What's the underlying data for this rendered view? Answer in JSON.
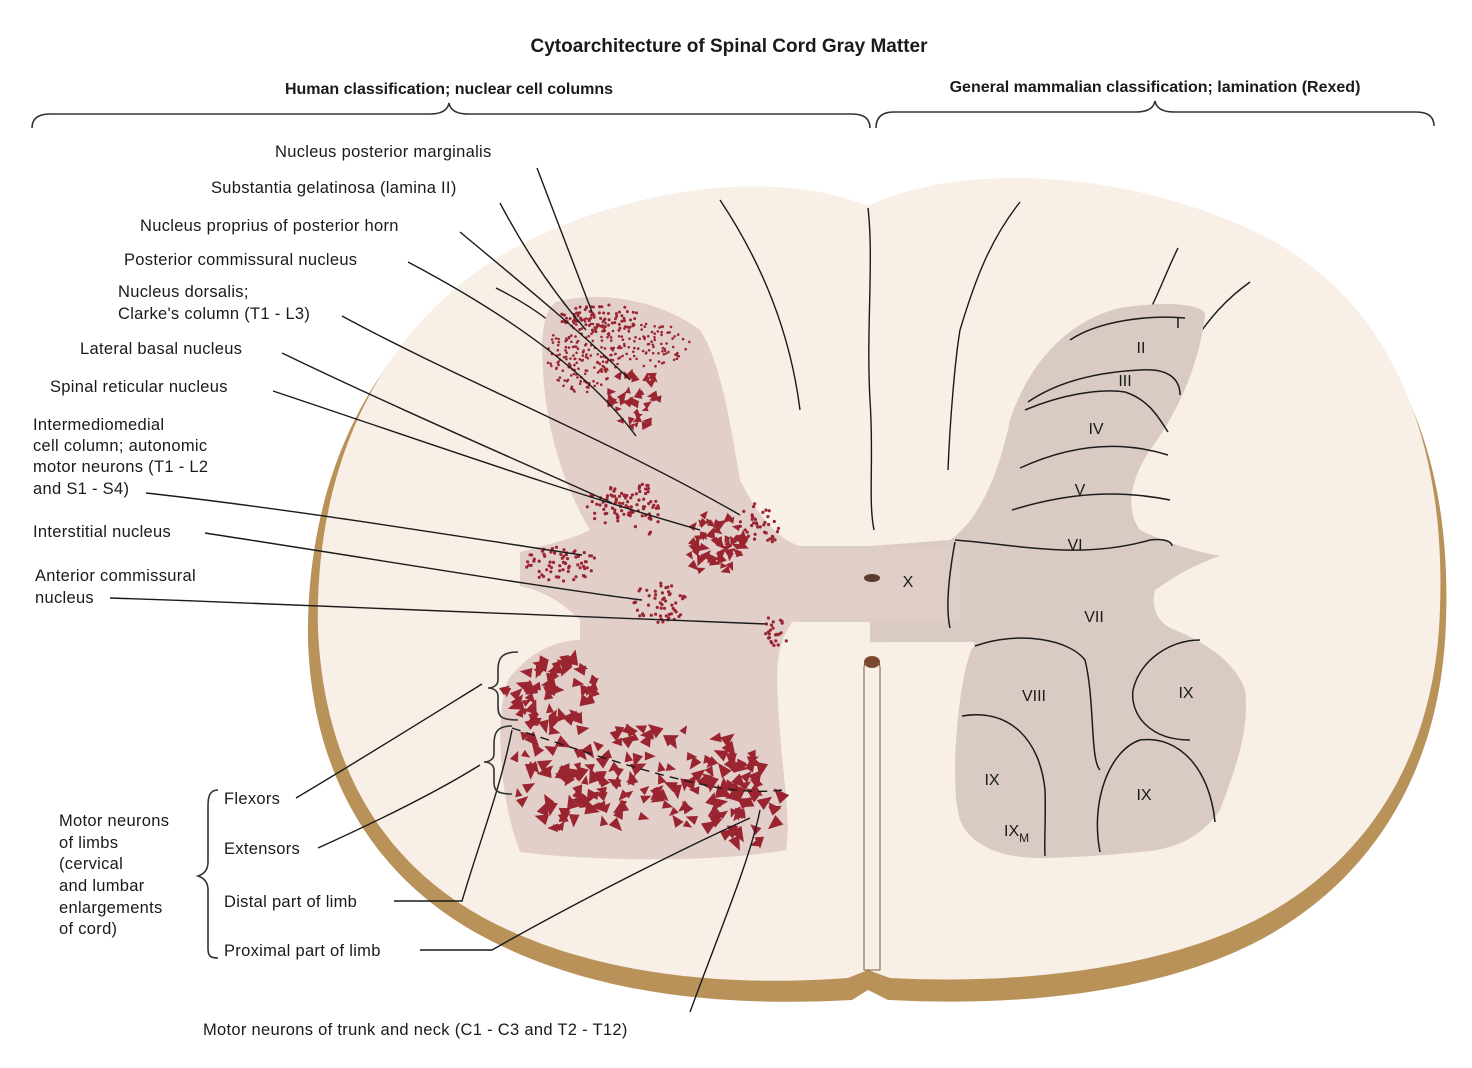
{
  "title": "Cytoarchitecture of Spinal Cord Gray Matter",
  "left_heading": "Human classification; nuclear cell columns",
  "right_heading": "General mammalian classification; lamination (Rexed)",
  "labels": {
    "nucleus_posterior_marginalis": "Nucleus posterior marginalis",
    "substantia_gelatinosa": "Substantia gelatinosa (lamina II)",
    "nucleus_proprius": "Nucleus proprius of posterior horn",
    "posterior_commissural": "Posterior commissural nucleus",
    "nucleus_dorsalis_1": "Nucleus dorsalis;",
    "nucleus_dorsalis_2": "Clarke's column (T1 - L3)",
    "lateral_basal": "Lateral basal nucleus",
    "spinal_reticular": "Spinal reticular nucleus",
    "intermediomedial_1": "Intermediomedial",
    "intermediomedial_2": "cell column; autonomic",
    "intermediomedial_3": "motor neurons (T1 - L2",
    "intermediomedial_4": "and S1 - S4)",
    "interstitial": "Interstitial nucleus",
    "anterior_commissural_1": "Anterior commissural",
    "anterior_commissural_2": "nucleus",
    "motor_limbs_1": "Motor neurons",
    "motor_limbs_2": "of limbs",
    "motor_limbs_3": "(cervical",
    "motor_limbs_4": "and lumbar",
    "motor_limbs_5": "enlargements",
    "motor_limbs_6": "of cord)",
    "flexors": "Flexors",
    "extensors": "Extensors",
    "distal": "Distal part of limb",
    "proximal": "Proximal part of limb",
    "trunk_neck": "Motor neurons of trunk and neck (C1 - C3 and T2 - T12)"
  },
  "laminae": {
    "I": "I",
    "II": "II",
    "III": "III",
    "IV": "IV",
    "V": "V",
    "VI": "VI",
    "VII": "VII",
    "VIII": "VIII",
    "IX": "IX",
    "IX_M_base": "IX",
    "IX_M_sub": "M",
    "X": "X"
  },
  "colors": {
    "white_matter": "#f8efe6",
    "gray_matter_left": "#e2cfca",
    "gray_matter_right": "#d9cac4",
    "cord_edge": "#b9925a",
    "neuron": "#9a2430"
  }
}
